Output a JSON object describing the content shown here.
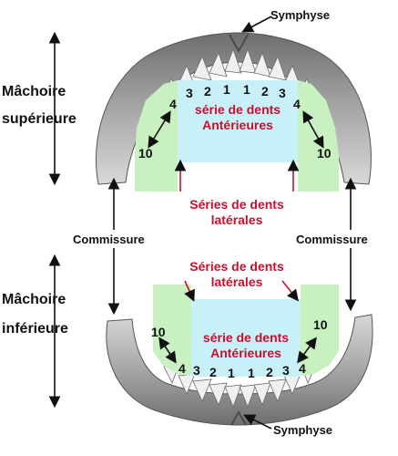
{
  "labels": {
    "upper_jaw": [
      "Mâchoire",
      "supérieure"
    ],
    "lower_jaw": [
      "Mâchoire",
      "inférieure"
    ],
    "symphysis_top": "Symphyse",
    "symphysis_bottom": "Symphyse",
    "commissure_left": "Commissure",
    "commissure_right": "Commissure",
    "anterior_upper": [
      "série de dents",
      "Antérieures"
    ],
    "lateral_upper": [
      "Séries de dents",
      "latérales"
    ],
    "lateral_lower": [
      "Séries de dents",
      "latérales"
    ],
    "anterior_lower": [
      "série de dents",
      "Antérieures"
    ]
  },
  "tooth_numbers": {
    "upper_anterior": [
      "3",
      "2",
      "1",
      "1",
      "2",
      "3"
    ],
    "upper_left_4": "4",
    "upper_right_4": "4",
    "upper_left_10": "10",
    "upper_right_10": "10",
    "lower_anterior": [
      "3",
      "2",
      "1",
      "1",
      "2",
      "3"
    ],
    "lower_left_4": "4",
    "lower_right_4": "4",
    "lower_left_10": "10",
    "lower_right_10": "10"
  },
  "colors": {
    "anterior_zone": "#c8f0f8",
    "lateral_zone": "#c8f0c0",
    "label_red": "#c8102e",
    "jaw_gray": "#8a8a8a"
  }
}
